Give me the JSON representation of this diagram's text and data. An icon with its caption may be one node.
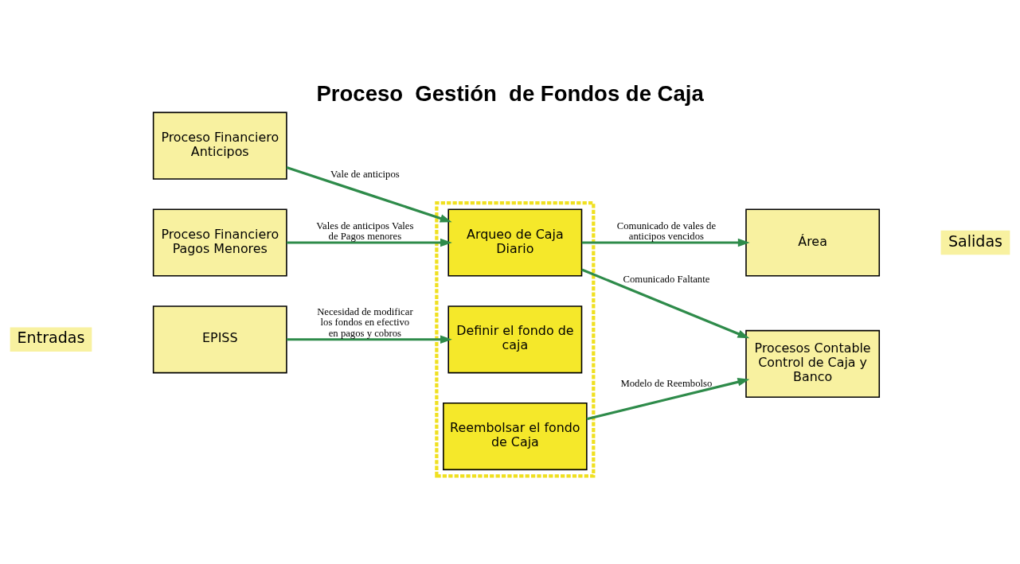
{
  "diagram": {
    "title": "Proceso  Gestión  de Fondos de Caja",
    "nodes": [
      {
        "text": [
          "EPISS"
        ]
      },
      {
        "text": [
          "Proceso Financiero Anticipos"
        ]
      },
      {
        "text": [
          "Proceso Financiero Pagos Menores"
        ]
      },
      {
        "text": [],
        "shape": "box"
      },
      {
        "text": [
          "Definir el fondo de caja"
        ],
        "in": 3
      },
      {
        "text": [
          "Arqueo de Caja Diario"
        ],
        "in": 3
      },
      {
        "text": [
          "Reembolsar el fondo de Caja"
        ],
        "in": 3
      },
      {
        "text": [
          "Área"
        ]
      },
      {
        "text": [
          "Procesos Contable Control de Caja y Banco"
        ]
      }
    ],
    "edges": [
      {
        "from": 0,
        "to": 4,
        "arrow": "to",
        "label": "Necesidad de modificar los fondos en efectivo en pagos y cobros"
      },
      {
        "from": 1,
        "to": 5,
        "arrow": "to",
        "label": "Vale de anticipos"
      },
      {
        "from": 2,
        "to": 5,
        "arrow": "to",
        "label": "Vales de anticipos Vales de Pagos menores"
      },
      {
        "from": 5,
        "to": 7,
        "arrow": "to",
        "label": "Comunicado de vales de anticipos vencidos"
      },
      {
        "from": 5,
        "to": 8,
        "arrow": "to",
        "label": "Comunicado Faltante"
      },
      {
        "from": 6,
        "to": 8,
        "arrow": "to",
        "label": "Modelo de Reembolso"
      }
    ],
    "labels": [
      "Entradas",
      "Salidas"
    ]
  }
}
